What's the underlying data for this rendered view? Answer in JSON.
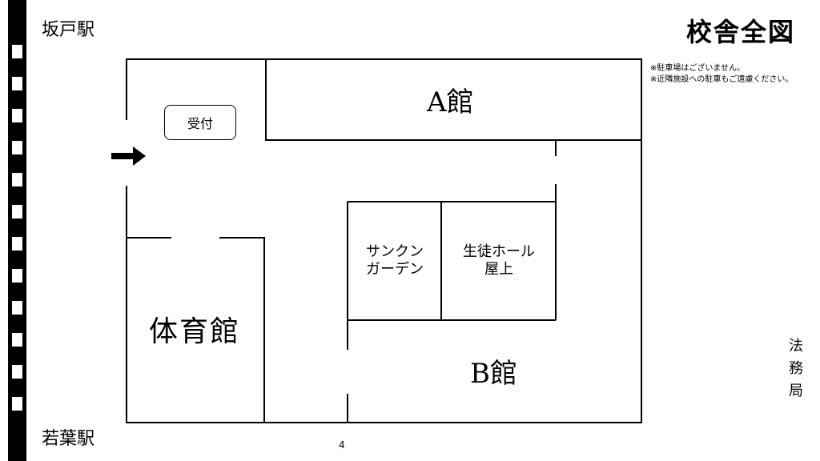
{
  "stations": {
    "top": "坂戸駅",
    "bottom": "若葉駅"
  },
  "title": "校舎全図",
  "notes": [
    "※駐車場はございません。",
    "※近隣施設への駐車もご遠慮ください。"
  ],
  "reception": "受付",
  "buildings": {
    "a": "A館",
    "b": "B館",
    "gym": "体育館",
    "sunken_garden": "サンクン\nガーデン",
    "student_hall_roof": "生徒ホール\n屋上"
  },
  "legal_office": [
    "法",
    "務",
    "局"
  ],
  "page_number": "4",
  "icons": {
    "entrance": "arrow-right-icon",
    "railway": "railway-track-icon"
  }
}
